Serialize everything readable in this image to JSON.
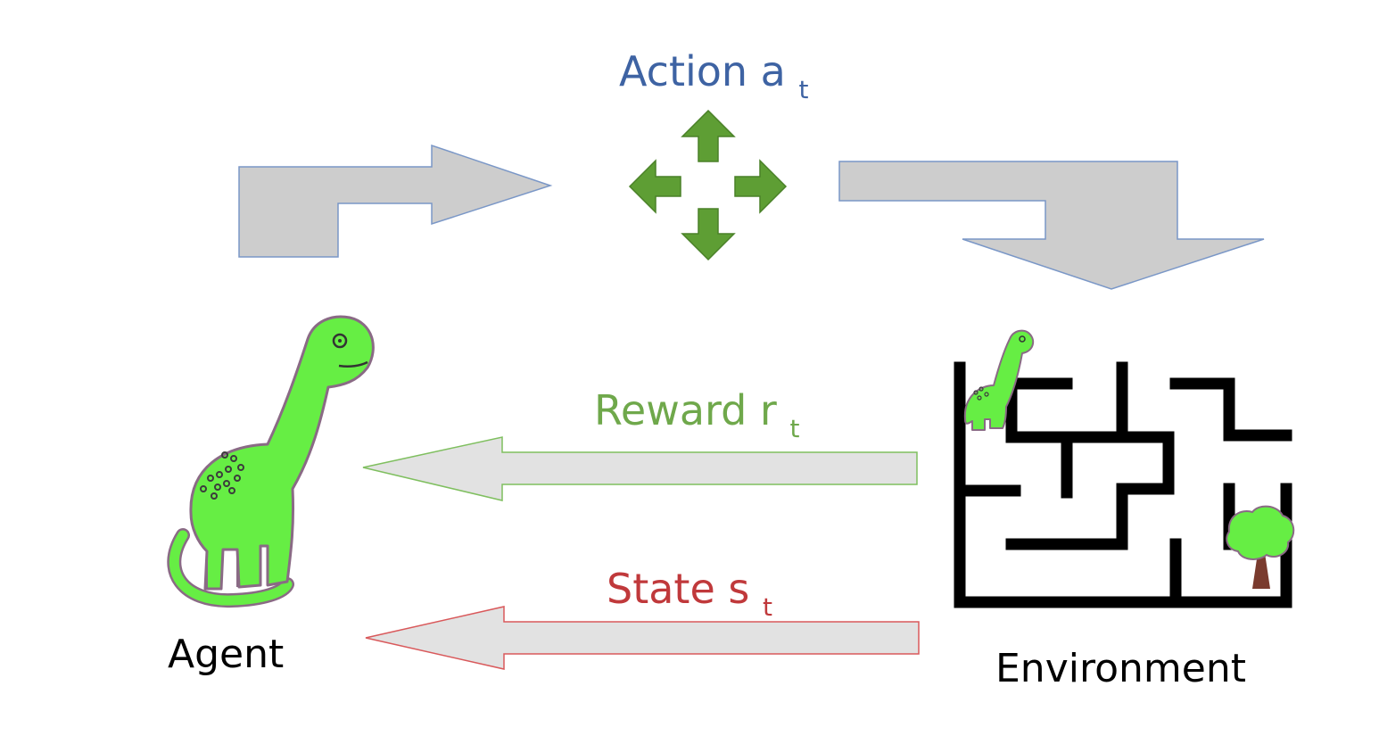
{
  "diagram": {
    "action_label": {
      "main": "Action a",
      "sub": "t",
      "color": "#3e63a3"
    },
    "reward_label": {
      "main": "Reward r",
      "sub": "t",
      "color": "#6fa84b"
    },
    "state_label": {
      "main": "State s",
      "sub": "t",
      "color": "#c0393b"
    },
    "agent_label": "Agent",
    "environment_label": "Environment",
    "colors": {
      "arrow_fill": "#cdcdcd",
      "arrow_stroke_blue": "#7a97c7",
      "arrow_stroke_green": "#7fbf5f",
      "arrow_stroke_red": "#d9595b",
      "dino_green": "#66ee44",
      "dino_outline": "#8a6a85",
      "dpad_green": "#5e9e34",
      "maze_black": "#000000",
      "tree_green": "#66ee44",
      "tree_trunk": "#7a3b2e"
    }
  }
}
